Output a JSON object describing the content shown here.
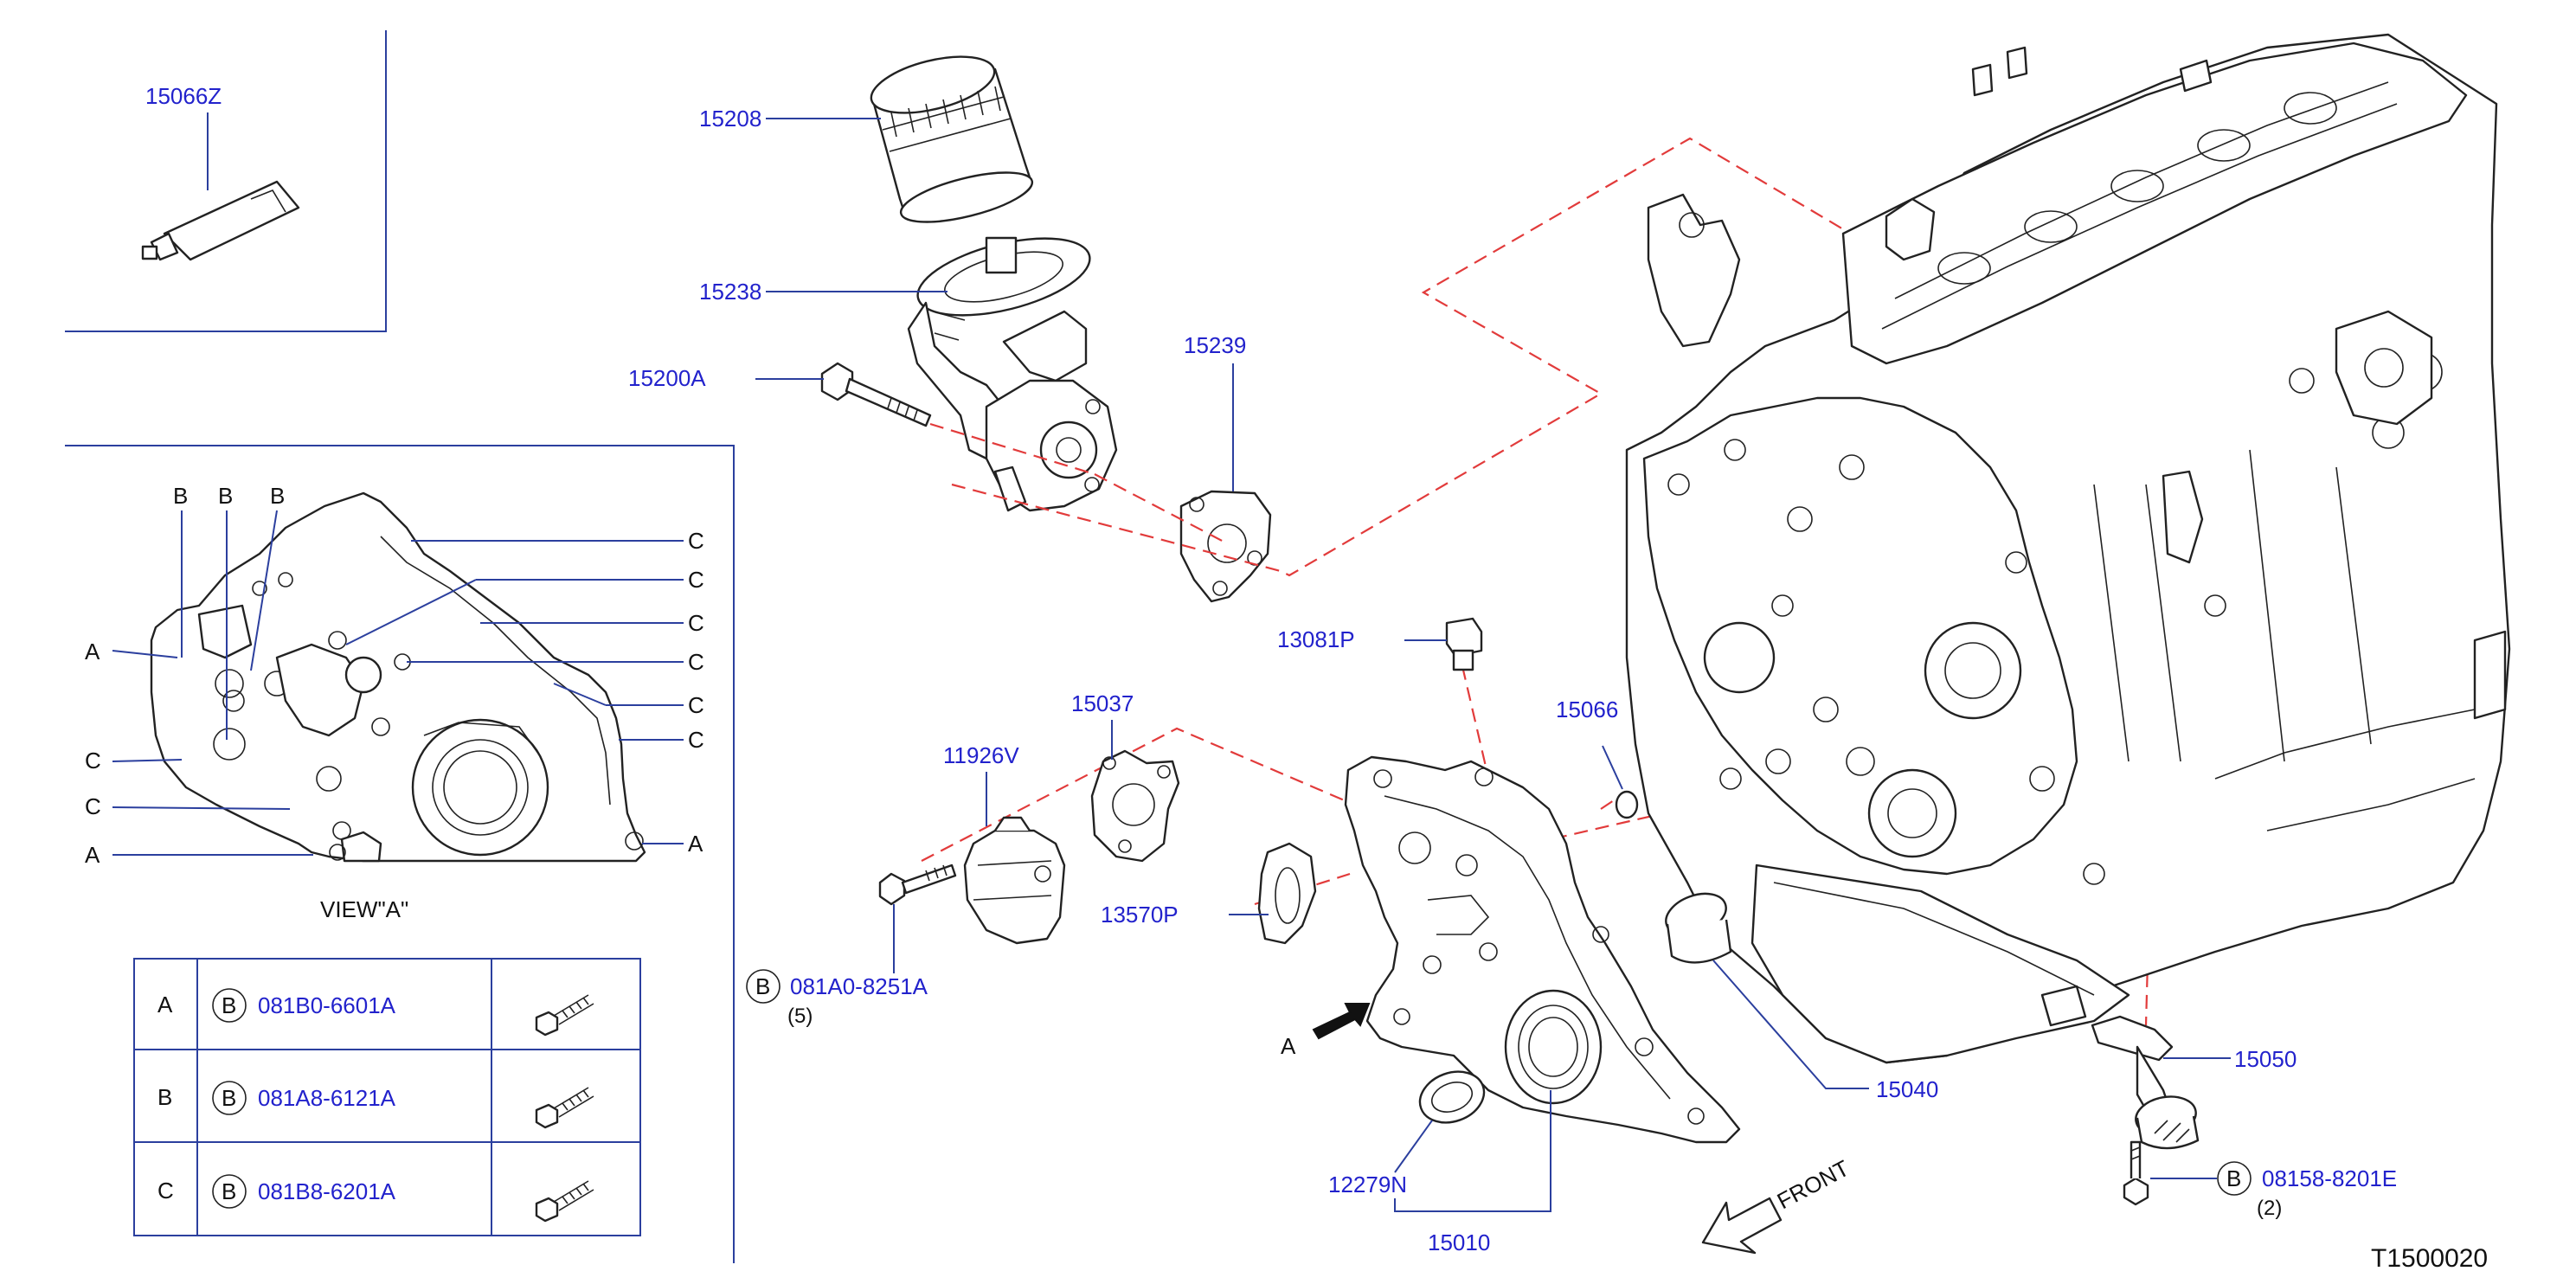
{
  "callouts": {
    "p15066Z": "15066Z",
    "p15208": "15208",
    "p15238": "15238",
    "p15200A": "15200A",
    "p15239": "15239",
    "p13081P": "13081P",
    "p15037": "15037",
    "p15066": "15066",
    "p11926V": "11926V",
    "p13570P": "13570P",
    "p081A0": "081A0-8251A",
    "p081A0_qty": "(5)",
    "p15040": "15040",
    "p15050": "15050",
    "p08158": "08158-8201E",
    "p08158_qty": "(2)",
    "p12279N": "12279N",
    "p15010": "15010",
    "view_arrow": "A",
    "front": "FRONT",
    "diagram_id": "T1500020",
    "circle_b": "B"
  },
  "view_a": {
    "title": "VIEW\"A\"",
    "letters": {
      "b": "B",
      "a": "A",
      "c": "C"
    }
  },
  "bolt_table": [
    {
      "key": "A",
      "mark": "B",
      "part": "081B0-6601A"
    },
    {
      "key": "B",
      "mark": "B",
      "part": "081A8-6121A"
    },
    {
      "key": "C",
      "mark": "B",
      "part": "081B8-6201A"
    }
  ],
  "colors": {
    "part_number": "#2222cc",
    "leader": "#2b3f9e",
    "dashed_line": "#e23b3b"
  }
}
